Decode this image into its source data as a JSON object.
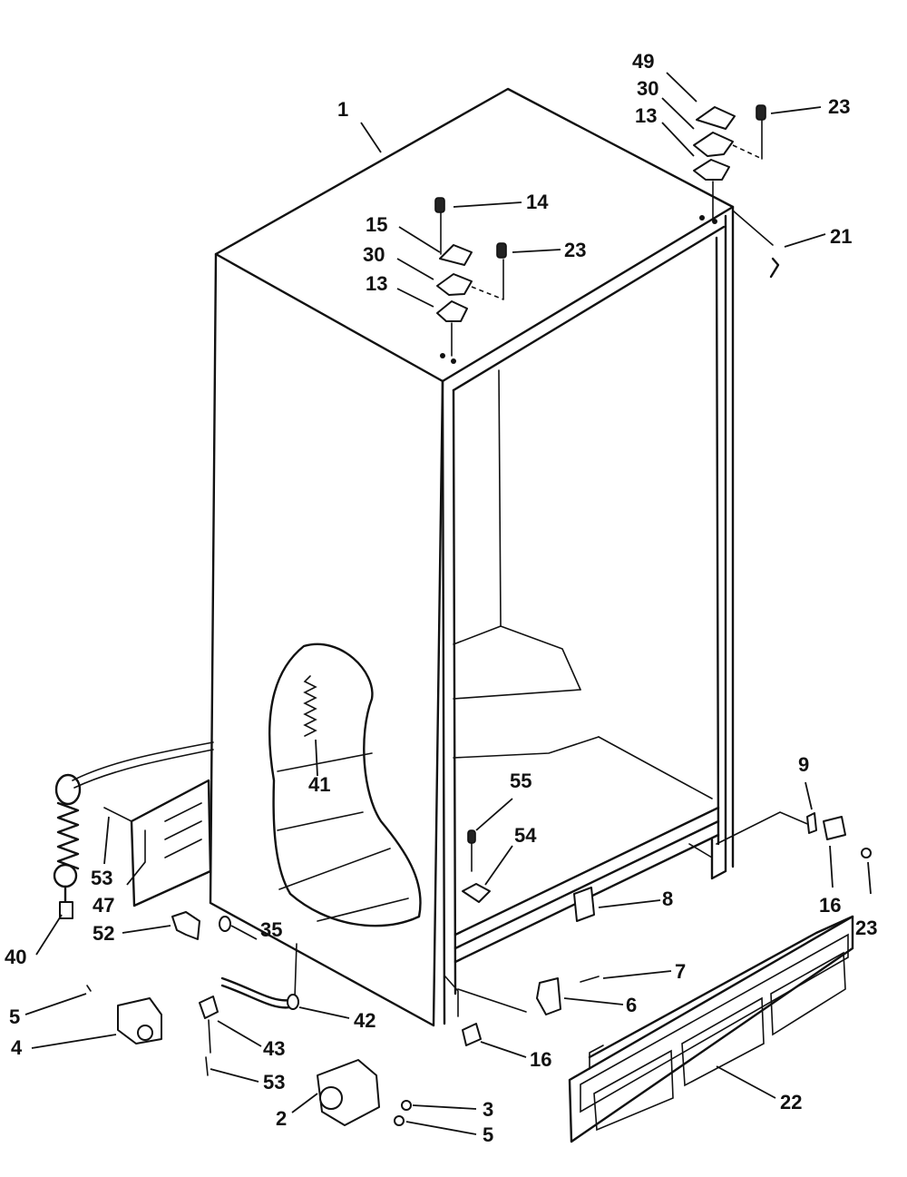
{
  "callouts": [
    {
      "key": "c1",
      "text": "1"
    },
    {
      "key": "c49",
      "text": "49"
    },
    {
      "key": "c30a",
      "text": "30"
    },
    {
      "key": "c13a",
      "text": "13"
    },
    {
      "key": "c23a",
      "text": "23"
    },
    {
      "key": "c14",
      "text": "14"
    },
    {
      "key": "c15",
      "text": "15"
    },
    {
      "key": "c23b",
      "text": "23"
    },
    {
      "key": "c30b",
      "text": "30"
    },
    {
      "key": "c13b",
      "text": "13"
    },
    {
      "key": "c21",
      "text": "21"
    },
    {
      "key": "c41",
      "text": "41"
    },
    {
      "key": "c55",
      "text": "55"
    },
    {
      "key": "c54",
      "text": "54"
    },
    {
      "key": "c9",
      "text": "9"
    },
    {
      "key": "c16a",
      "text": "16"
    },
    {
      "key": "c23c",
      "text": "23"
    },
    {
      "key": "c8",
      "text": "8"
    },
    {
      "key": "c53a",
      "text": "53"
    },
    {
      "key": "c47",
      "text": "47"
    },
    {
      "key": "c52",
      "text": "52"
    },
    {
      "key": "c35",
      "text": "35"
    },
    {
      "key": "c40",
      "text": "40"
    },
    {
      "key": "c5a",
      "text": "5"
    },
    {
      "key": "c4",
      "text": "4"
    },
    {
      "key": "c42",
      "text": "42"
    },
    {
      "key": "c43",
      "text": "43"
    },
    {
      "key": "c53b",
      "text": "53"
    },
    {
      "key": "c7",
      "text": "7"
    },
    {
      "key": "c6",
      "text": "6"
    },
    {
      "key": "c16b",
      "text": "16"
    },
    {
      "key": "c2",
      "text": "2"
    },
    {
      "key": "c3",
      "text": "3"
    },
    {
      "key": "c5b",
      "text": "5"
    },
    {
      "key": "c22",
      "text": "22"
    }
  ]
}
